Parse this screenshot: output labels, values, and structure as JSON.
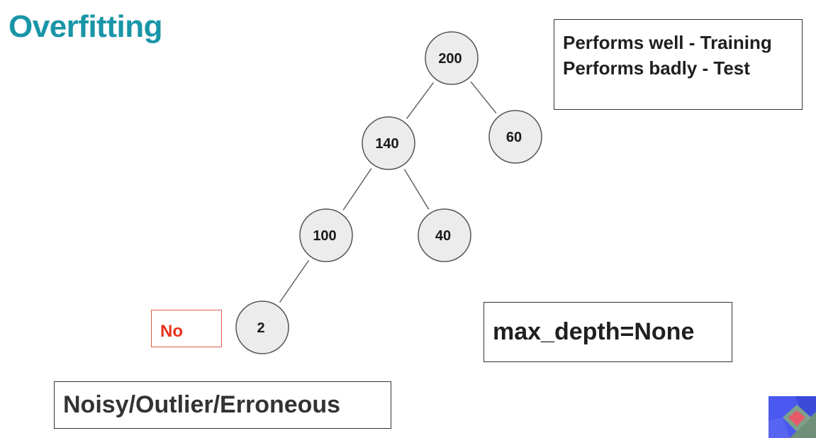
{
  "slide": {
    "title": "Overfitting"
  },
  "tree": {
    "nodes": [
      {
        "id": "n200",
        "label": "200"
      },
      {
        "id": "n140",
        "label": "140"
      },
      {
        "id": "n60",
        "label": "60"
      },
      {
        "id": "n100",
        "label": "100"
      },
      {
        "id": "n40",
        "label": "40"
      },
      {
        "id": "n2",
        "label": "2"
      }
    ],
    "edges": [
      {
        "from": "n200",
        "to": "n140"
      },
      {
        "from": "n200",
        "to": "n60"
      },
      {
        "from": "n140",
        "to": "n100"
      },
      {
        "from": "n140",
        "to": "n40"
      },
      {
        "from": "n100",
        "to": "n2"
      }
    ]
  },
  "performance": {
    "line1": "Performs well - Training",
    "line2": "Performs badly - Test"
  },
  "param": {
    "text": "max_depth=None"
  },
  "leaf_tag": {
    "text": "No"
  },
  "note": {
    "text": "Noisy/Outlier/Erroneous"
  },
  "colors": {
    "title": "#1995a8",
    "node_fill": "#ececec",
    "node_stroke": "#555555",
    "tag_text": "#e8321c",
    "tag_border": "#e05a4a"
  }
}
